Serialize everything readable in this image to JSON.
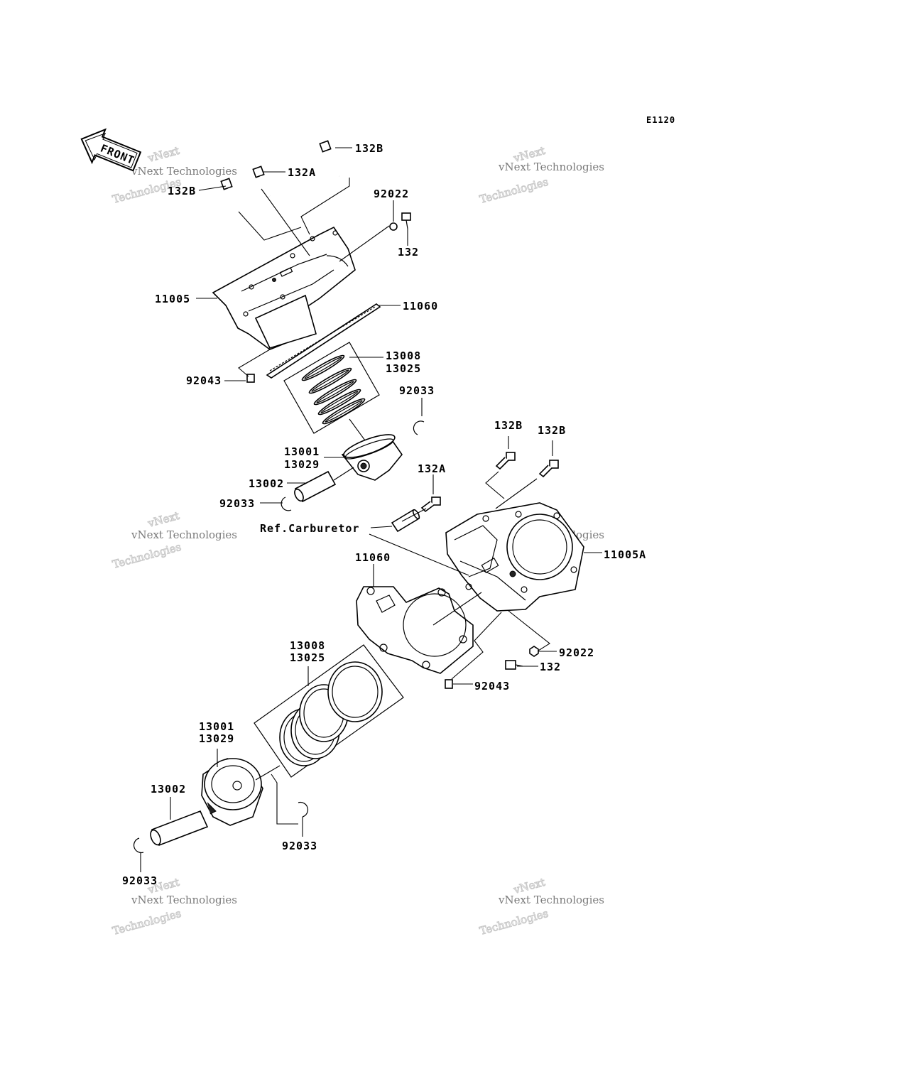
{
  "diagram_code": "E1120",
  "front_label": "FRONT",
  "watermark": {
    "line1": "vNext",
    "line2": "vNext Technologies",
    "line3": "Technologies"
  },
  "labels": {
    "p132B_top": "132B",
    "p132A_top": "132A",
    "p132B_left": "132B",
    "p92022_top": "92022",
    "p132_top": "132",
    "p11005": "11005",
    "p11060_top": "11060",
    "p13008_top": "13008",
    "p13025_top": "13025",
    "p92043_top": "92043",
    "p92033_right_top": "92033",
    "p13001_top": "13001",
    "p13029_top": "13029",
    "p13002_top": "13002",
    "p92033_left_top": "92033",
    "p132B_mid1": "132B",
    "p132B_mid2": "132B",
    "p132A_mid": "132A",
    "ref_carburetor": "Ref.Carburetor",
    "p11060_bottom": "11060",
    "p11005A": "11005A",
    "p92022_bottom": "92022",
    "p132_bottom": "132",
    "p92043_bottom": "92043",
    "p13008_bottom": "13008",
    "p13025_bottom": "13025",
    "p13001_bottom": "13001",
    "p13029_bottom": "13029",
    "p13002_bottom": "13002",
    "p92033_mid_bottom": "92033",
    "p92033_left_bottom": "92033"
  }
}
